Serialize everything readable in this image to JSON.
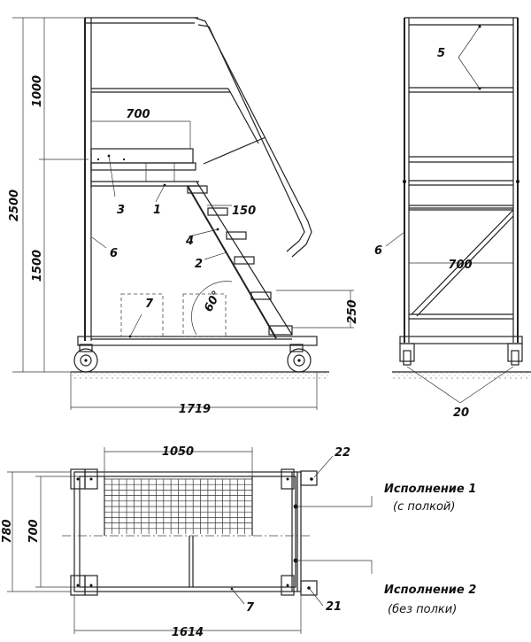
{
  "side_view": {
    "dims": {
      "height_total": "2500",
      "height_top": "1000",
      "height_bottom": "1500",
      "platform_width": "700",
      "step_width": "150",
      "step_rise": "250",
      "angle": "60°",
      "length": "1719"
    },
    "callouts": {
      "c1": "1",
      "c2": "2",
      "c3": "3",
      "c4": "4",
      "c6": "6",
      "c7": "7"
    }
  },
  "front_view": {
    "dims": {
      "width": "700"
    },
    "callouts": {
      "c5": "5",
      "c6": "6",
      "c20": "20"
    }
  },
  "plan_view": {
    "dims": {
      "shelf_width": "1050",
      "overall_width": "780",
      "inner_width": "700",
      "length": "1614"
    },
    "callouts": {
      "c7": "7",
      "c21": "21",
      "c22": "22"
    }
  },
  "variants": [
    {
      "title": "Исполнение 1",
      "note": "(с полкой)"
    },
    {
      "title": "Исполнение 2",
      "note": "(без полки)"
    }
  ]
}
